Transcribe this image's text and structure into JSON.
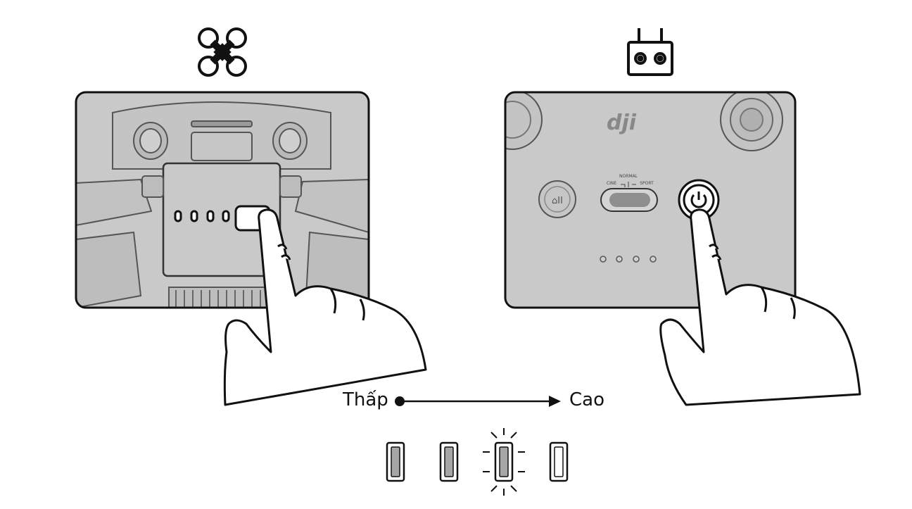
{
  "remote_brand": "dji",
  "mode_switch": {
    "top": "NORMAL",
    "left": "CINE",
    "right": "SPORT"
  },
  "scale": {
    "low": "Thấp",
    "high": "Cao"
  },
  "icons": {
    "drone": "drone-icon",
    "remote": "remote-controller-icon",
    "power": "power-icon",
    "hand": "pointing-hand-icon"
  },
  "battery_levels": [
    {
      "state": "solid",
      "fill": 1.0
    },
    {
      "state": "solid",
      "fill": 1.0
    },
    {
      "state": "blinking",
      "fill": 1.0
    },
    {
      "state": "off",
      "fill": 0.0
    }
  ],
  "colors": {
    "panel_fill": "#c8c8c8",
    "outline": "#111111",
    "led_fill": "#a6a6a6"
  }
}
